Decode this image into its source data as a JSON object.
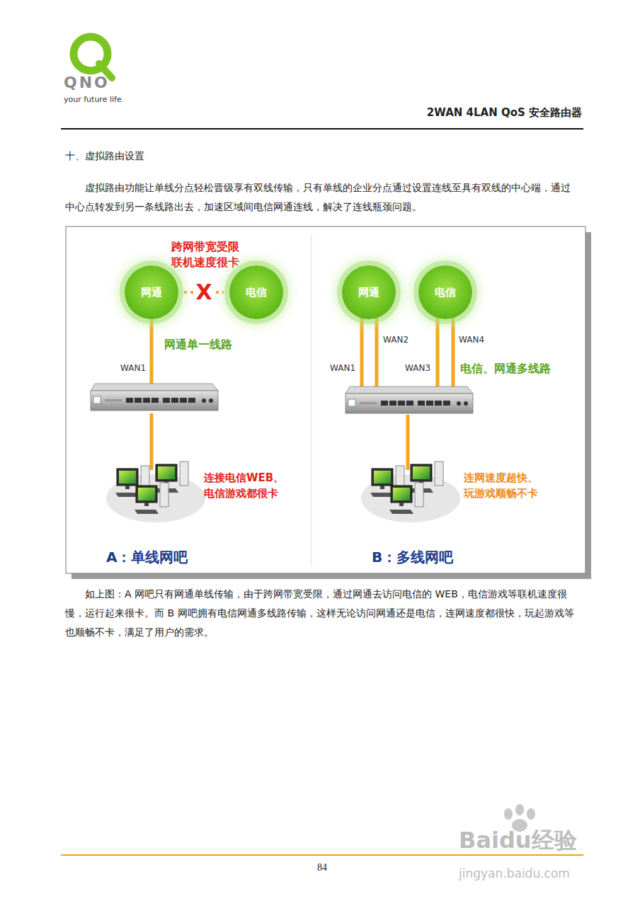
{
  "diagram": {
    "title": "十、虚拟路由设置",
    "caption": "如上图：A 网吧只有网通单线传输，由于跨网带宽受限，通过网通去访问电信的 WEB，电信游戏等联机速度很慢，运行起来很卡。而 B 网吧拥有电信网通多线路传输，这样无论访问网通还是电信，连网速度都很快，玩起游戏等也顺畅不卡，满足了用户的需求。",
    "nodes": [
      {
        "text": [
          "网通"
        ]
      },
      {
        "text": [
          "电信"
        ]
      },
      {
        "text": [
          "网通"
        ]
      },
      {
        "text": [
          "电信"
        ]
      }
    ],
    "edges": [
      {
        "from": 0,
        "to": 1,
        "arrow": "none",
        "label": "X"
      }
    ],
    "labels": [
      "QNO",
      "your future life",
      "2WAN 4LAN QoS 安全路由器",
      "虚拟路由功能让单线分点轻松晋级享有双线传输，只有单线的企业分点通过设置连线至具有双线的中心端，通过中心点转发到另一条线路出去，加速区域间电信网通连线，解决了连线瓶颈问题。",
      "跨网带宽受限 联机速度很卡",
      "网通单一线路",
      "WAN1",
      "连接电信WEB、 电信游戏都很卡",
      "A：单线网吧",
      "WAN2",
      "WAN4",
      "WAN1",
      "WAN3",
      "电信、网通多线路",
      "连网速度超快、 玩游戏顺畅不卡",
      "B：多线网吧",
      "84",
      "Baidu经验",
      "jingyan.baidu.com"
    ]
  }
}
